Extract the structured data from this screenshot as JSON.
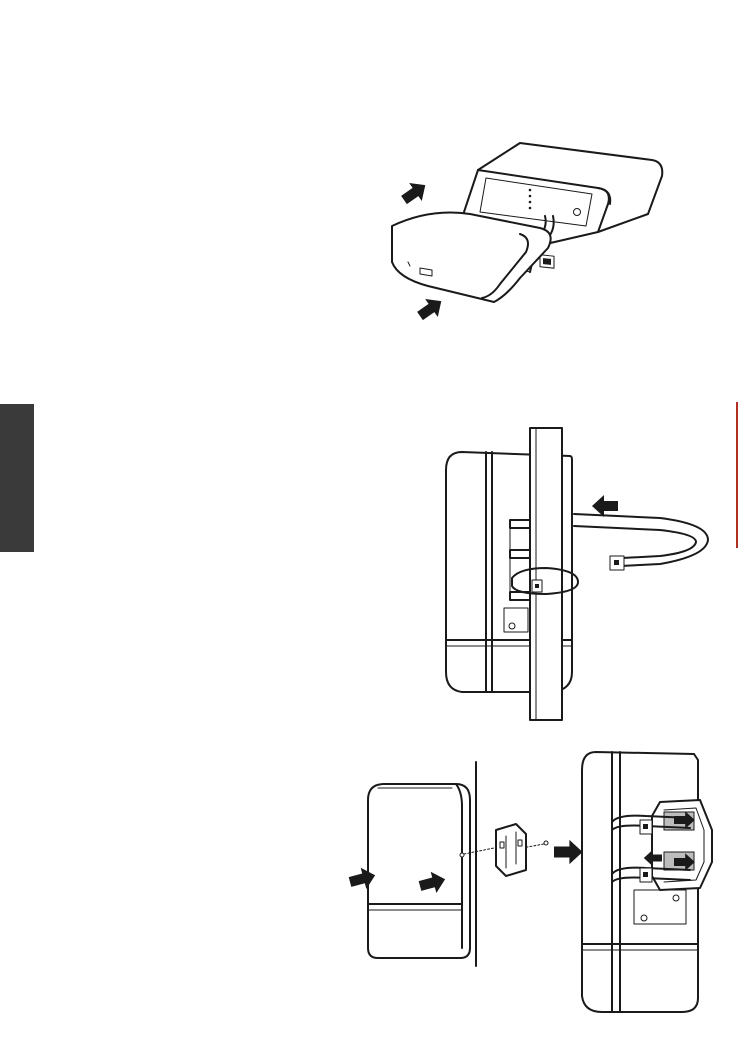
{
  "page": {
    "background": "#ffffff",
    "side_tab_color": "#3a3a3a",
    "edge_rule_color": "#b03020"
  },
  "figures": [
    {
      "id": "cover-removal",
      "icons": [
        "device-open-icon",
        "cover-panel-icon",
        "push-arrow-icon"
      ]
    },
    {
      "id": "pole-mount",
      "icons": [
        "device-side-icon",
        "pole-icon",
        "cable-tie-icon",
        "push-arrow-icon"
      ]
    },
    {
      "id": "wall-mount",
      "icons": [
        "device-front-icon",
        "wall-line-icon",
        "mounting-bracket-icon",
        "screw-icon",
        "push-arrow-icon"
      ]
    }
  ]
}
